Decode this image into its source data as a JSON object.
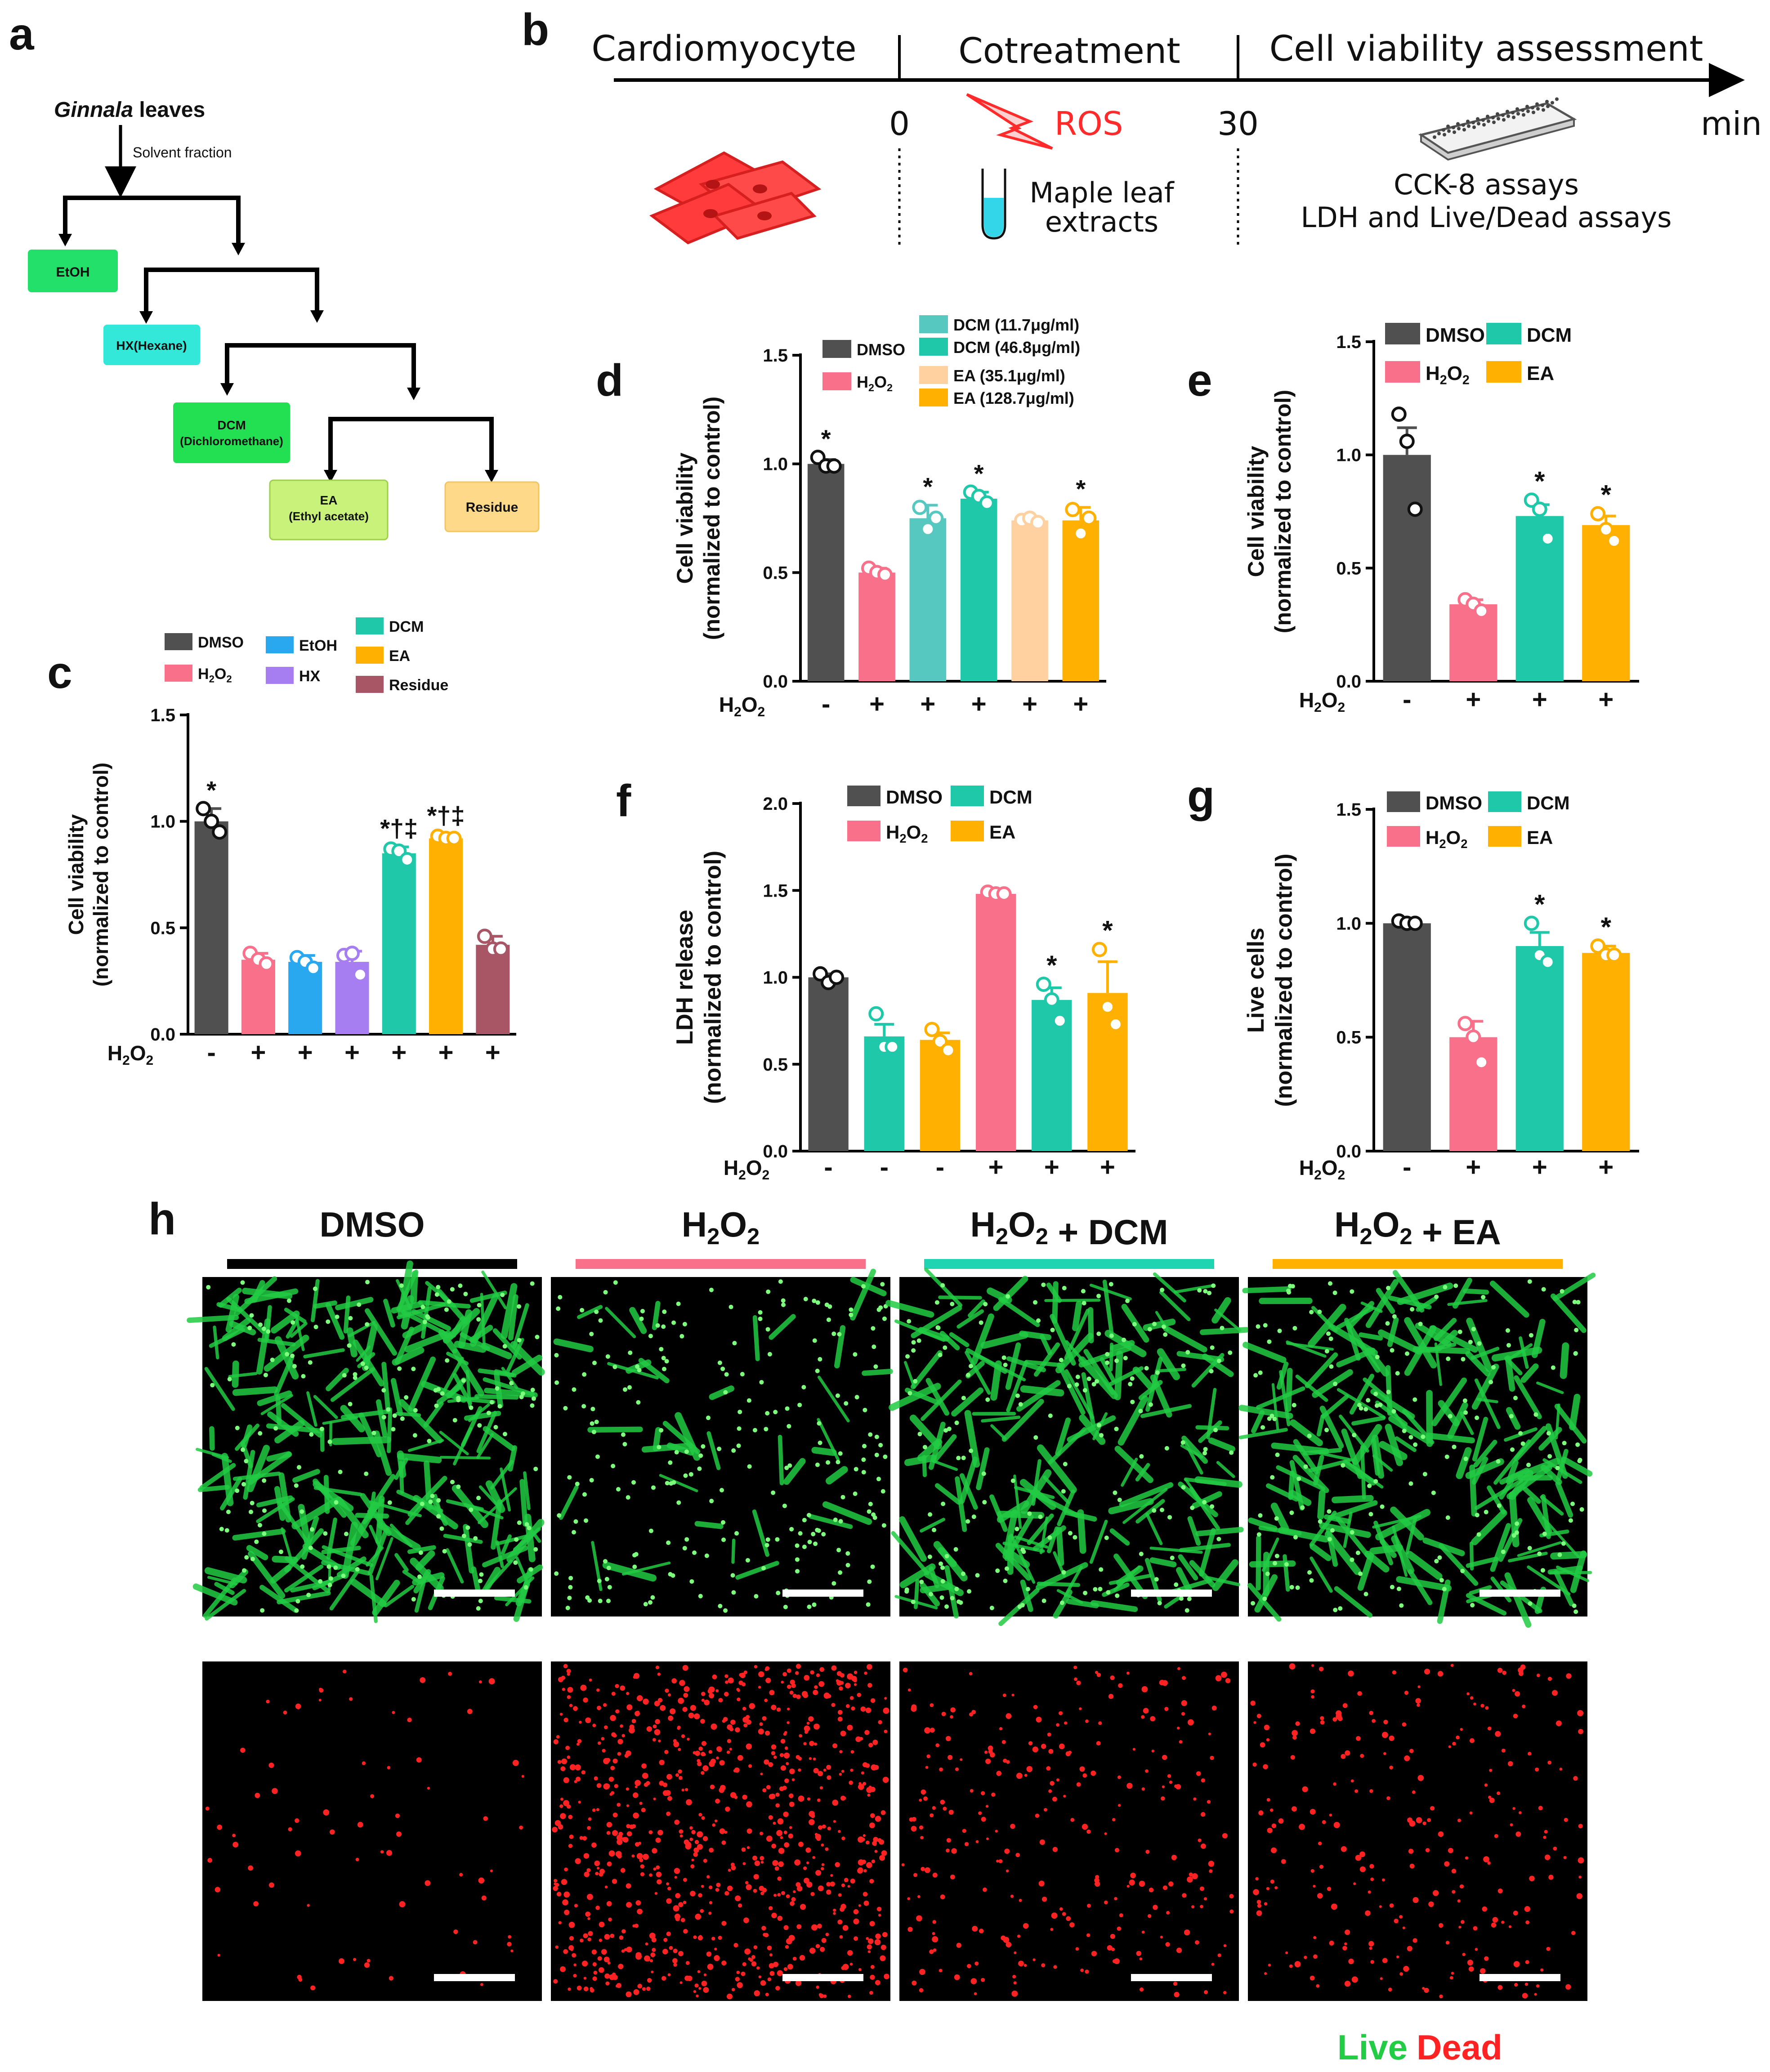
{
  "panel_labels": {
    "a": "a",
    "b": "b",
    "c": "c",
    "d": "d",
    "e": "e",
    "f": "f",
    "g": "g",
    "h": "h"
  },
  "flowchart": {
    "root_italic": "Ginnala",
    "root_rest": " leaves",
    "arrow_label": "Solvent fraction",
    "nodes": {
      "etoh": {
        "line1": "EtOH",
        "line2": "",
        "color": "#22e06a"
      },
      "hx": {
        "line1": "HX(Hexane)",
        "line2": "",
        "color": "#33e8d8"
      },
      "dcm": {
        "line1": "DCM",
        "line2": "(Dichloromethane)",
        "color": "#22e052"
      },
      "ea": {
        "line1": "EA",
        "line2": "(Ethyl acetate)",
        "color": "#c9f27a"
      },
      "residue": {
        "line1": "Residue",
        "line2": "",
        "color": "#ffd98a"
      }
    }
  },
  "timeline": {
    "phase1": "Cardiomyocyte",
    "phase2": "Cotreatment",
    "phase3": "Cell viability assessment",
    "t0": "0",
    "t30": "30",
    "unit": "min",
    "ros": "ROS",
    "extract_line1": "Maple leaf",
    "extract_line2": "extracts",
    "assay_line1": "CCK-8 assays",
    "assay_line2": "LDH and Live/Dead assays",
    "colors": {
      "ros": "#ff2a2a",
      "cell": "#ff3b3b",
      "tube": "#33d6e8"
    }
  },
  "colors": {
    "DMSO": "#505050",
    "H2O2": "#f8708a",
    "EtOH": "#29a8f0",
    "HX": "#a77ef2",
    "DCM": "#1fc8a8",
    "EA": "#ffb000",
    "Residue": "#a85565",
    "DCM_low": "#57c8c0",
    "EA_low": "#ffd0a0"
  },
  "chart_data": [
    {
      "id": "c",
      "type": "bar",
      "ylabel": "Cell viability",
      "ylabel2": "(normalized to control)",
      "ylim": [
        0,
        1.5
      ],
      "yticks": [
        "0.0",
        "0.5",
        "1.0",
        "1.5"
      ],
      "categories": [
        "DMSO",
        "H2O2",
        "EtOH",
        "HX",
        "DCM",
        "EA",
        "Residue"
      ],
      "h2o2": [
        "-",
        "+",
        "+",
        "+",
        "+",
        "+",
        "+"
      ],
      "h2o2_label": "H2O2",
      "values": [
        1.0,
        0.35,
        0.34,
        0.34,
        0.85,
        0.92,
        0.42
      ],
      "errors": [
        0.06,
        0.03,
        0.03,
        0.05,
        0.03,
        0.02,
        0.04
      ],
      "points": [
        [
          1.06,
          1.0,
          0.95
        ],
        [
          0.38,
          0.35,
          0.33
        ],
        [
          0.36,
          0.34,
          0.31
        ],
        [
          0.37,
          0.38,
          0.28
        ],
        [
          0.87,
          0.86,
          0.82
        ],
        [
          0.93,
          0.92,
          0.92
        ],
        [
          0.46,
          0.4,
          0.4
        ]
      ],
      "stars": [
        "*",
        "",
        "",
        "",
        "*†‡",
        "*†‡",
        ""
      ],
      "bar_colors": [
        "DMSO",
        "H2O2",
        "EtOH",
        "HX",
        "DCM",
        "EA",
        "Residue"
      ],
      "legend": [
        {
          "key": "DMSO",
          "label": "DMSO"
        },
        {
          "key": "H2O2",
          "label": "H2O2"
        },
        {
          "key": "EtOH",
          "label": "EtOH"
        },
        {
          "key": "HX",
          "label": "HX"
        },
        {
          "key": "DCM",
          "label": "DCM"
        },
        {
          "key": "EA",
          "label": "EA"
        },
        {
          "key": "Residue",
          "label": "Residue"
        }
      ]
    },
    {
      "id": "d",
      "type": "bar",
      "ylabel": "Cell viability",
      "ylabel2": "(normalized to control)",
      "ylim": [
        0,
        1.5
      ],
      "yticks": [
        "0.0",
        "0.5",
        "1.0",
        "1.5"
      ],
      "categories": [
        "DMSO",
        "H2O2",
        "DCM (11.7μg/ml)",
        "DCM (46.8μg/ml)",
        "EA (35.1μg/ml)",
        "EA (128.7μg/ml)"
      ],
      "h2o2": [
        "-",
        "+",
        "+",
        "+",
        "+",
        "+"
      ],
      "h2o2_label": "H2O2",
      "values": [
        1.0,
        0.5,
        0.75,
        0.84,
        0.74,
        0.74
      ],
      "errors": [
        0.02,
        0.02,
        0.06,
        0.03,
        0.01,
        0.06
      ],
      "points": [
        [
          1.03,
          0.99,
          0.99
        ],
        [
          0.52,
          0.5,
          0.49
        ],
        [
          0.8,
          0.7,
          0.75
        ],
        [
          0.87,
          0.85,
          0.82
        ],
        [
          0.74,
          0.75,
          0.73
        ],
        [
          0.79,
          0.68,
          0.75
        ]
      ],
      "stars": [
        "*",
        "",
        "*",
        "*",
        "",
        "*"
      ],
      "bar_colors": [
        "DMSO",
        "H2O2",
        "DCM_low",
        "DCM",
        "EA_low",
        "EA"
      ],
      "legend": [
        {
          "key": "DMSO",
          "label": "DMSO"
        },
        {
          "key": "H2O2",
          "label": "H2O2"
        },
        {
          "key": "DCM_low",
          "label": "DCM (11.7μg/ml)"
        },
        {
          "key": "DCM",
          "label": "DCM (46.8μg/ml)"
        },
        {
          "key": "EA_low",
          "label": "EA (35.1μg/ml)"
        },
        {
          "key": "EA",
          "label": "EA (128.7μg/ml)"
        }
      ]
    },
    {
      "id": "e",
      "type": "bar",
      "ylabel": "Cell viability",
      "ylabel2": "(normalized to control)",
      "ylim": [
        0,
        1.5
      ],
      "yticks": [
        "0.0",
        "0.5",
        "1.0",
        "1.5"
      ],
      "categories": [
        "DMSO",
        "H2O2",
        "DCM",
        "EA"
      ],
      "h2o2": [
        "-",
        "+",
        "+",
        "+"
      ],
      "h2o2_label": "H2O2",
      "values": [
        1.0,
        0.34,
        0.73,
        0.69
      ],
      "errors": [
        0.12,
        0.02,
        0.05,
        0.04
      ],
      "points": [
        [
          1.18,
          1.06,
          0.76
        ],
        [
          0.36,
          0.34,
          0.31
        ],
        [
          0.8,
          0.76,
          0.63
        ],
        [
          0.74,
          0.67,
          0.62
        ]
      ],
      "stars": [
        "",
        "",
        "*",
        "*"
      ],
      "bar_colors": [
        "DMSO",
        "H2O2",
        "DCM",
        "EA"
      ],
      "legend": [
        {
          "key": "DMSO",
          "label": "DMSO"
        },
        {
          "key": "H2O2",
          "label": "H2O2"
        },
        {
          "key": "DCM",
          "label": "DCM"
        },
        {
          "key": "EA",
          "label": "EA"
        }
      ]
    },
    {
      "id": "f",
      "type": "bar",
      "ylabel": "LDH release",
      "ylabel2": "(normalized to control)",
      "ylim": [
        0,
        2.0
      ],
      "yticks": [
        "0.0",
        "0.5",
        "1.0",
        "1.5",
        "2.0"
      ],
      "categories": [
        "DMSO",
        "DCM",
        "EA",
        "H2O2",
        "H2O2+DCM",
        "H2O2+EA"
      ],
      "h2o2": [
        "-",
        "-",
        "-",
        "+",
        "+",
        "+"
      ],
      "h2o2_label": "H2O2",
      "values": [
        1.0,
        0.66,
        0.64,
        1.48,
        0.87,
        0.91
      ],
      "errors": [
        0.02,
        0.07,
        0.04,
        0.01,
        0.07,
        0.18
      ],
      "points": [
        [
          1.02,
          0.97,
          1.0
        ],
        [
          0.79,
          0.6,
          0.6
        ],
        [
          0.7,
          0.63,
          0.58
        ],
        [
          1.49,
          1.48,
          1.48
        ],
        [
          0.96,
          0.87,
          0.75
        ],
        [
          1.16,
          0.83,
          0.73
        ]
      ],
      "stars": [
        "",
        "",
        "",
        "",
        "*",
        "*"
      ],
      "bar_colors": [
        "DMSO",
        "DCM",
        "EA",
        "H2O2",
        "DCM",
        "EA"
      ],
      "legend": [
        {
          "key": "DMSO",
          "label": "DMSO"
        },
        {
          "key": "H2O2",
          "label": "H2O2"
        },
        {
          "key": "DCM",
          "label": "DCM"
        },
        {
          "key": "EA",
          "label": "EA"
        }
      ]
    },
    {
      "id": "g",
      "type": "bar",
      "ylabel": "Live cells",
      "ylabel2": "(normalized to control)",
      "ylim": [
        0,
        1.5
      ],
      "yticks": [
        "0.0",
        "0.5",
        "1.0",
        "1.5"
      ],
      "categories": [
        "DMSO",
        "H2O2",
        "DCM",
        "EA"
      ],
      "h2o2": [
        "-",
        "+",
        "+",
        "+"
      ],
      "h2o2_label": "H2O2",
      "values": [
        1.0,
        0.5,
        0.9,
        0.87
      ],
      "errors": [
        0.01,
        0.07,
        0.06,
        0.03
      ],
      "points": [
        [
          1.01,
          1.0,
          1.0
        ],
        [
          0.56,
          0.5,
          0.39
        ],
        [
          1.0,
          0.86,
          0.83
        ],
        [
          0.9,
          0.86,
          0.86
        ]
      ],
      "stars": [
        "",
        "",
        "*",
        "*"
      ],
      "bar_colors": [
        "DMSO",
        "H2O2",
        "DCM",
        "EA"
      ],
      "legend": [
        {
          "key": "DMSO",
          "label": "DMSO"
        },
        {
          "key": "H2O2",
          "label": "H2O2"
        },
        {
          "key": "DCM",
          "label": "DCM"
        },
        {
          "key": "EA",
          "label": "EA"
        }
      ]
    }
  ],
  "micrographs": {
    "titles": [
      {
        "text": "DMSO",
        "color": "#000000"
      },
      {
        "text": "H2O2",
        "color": "#f8708a"
      },
      {
        "text": "H2O2 + DCM",
        "color": "#1fd4b0"
      },
      {
        "text": "H2O2 + EA",
        "color": "#ffb000"
      }
    ],
    "live_density": [
      1.0,
      0.15,
      0.75,
      0.8
    ],
    "dead_density": [
      0.08,
      0.9,
      0.3,
      0.28
    ],
    "legend_live": "Live",
    "legend_dead": "Dead",
    "live_color": "#22cc44",
    "dead_color": "#ff2222"
  }
}
